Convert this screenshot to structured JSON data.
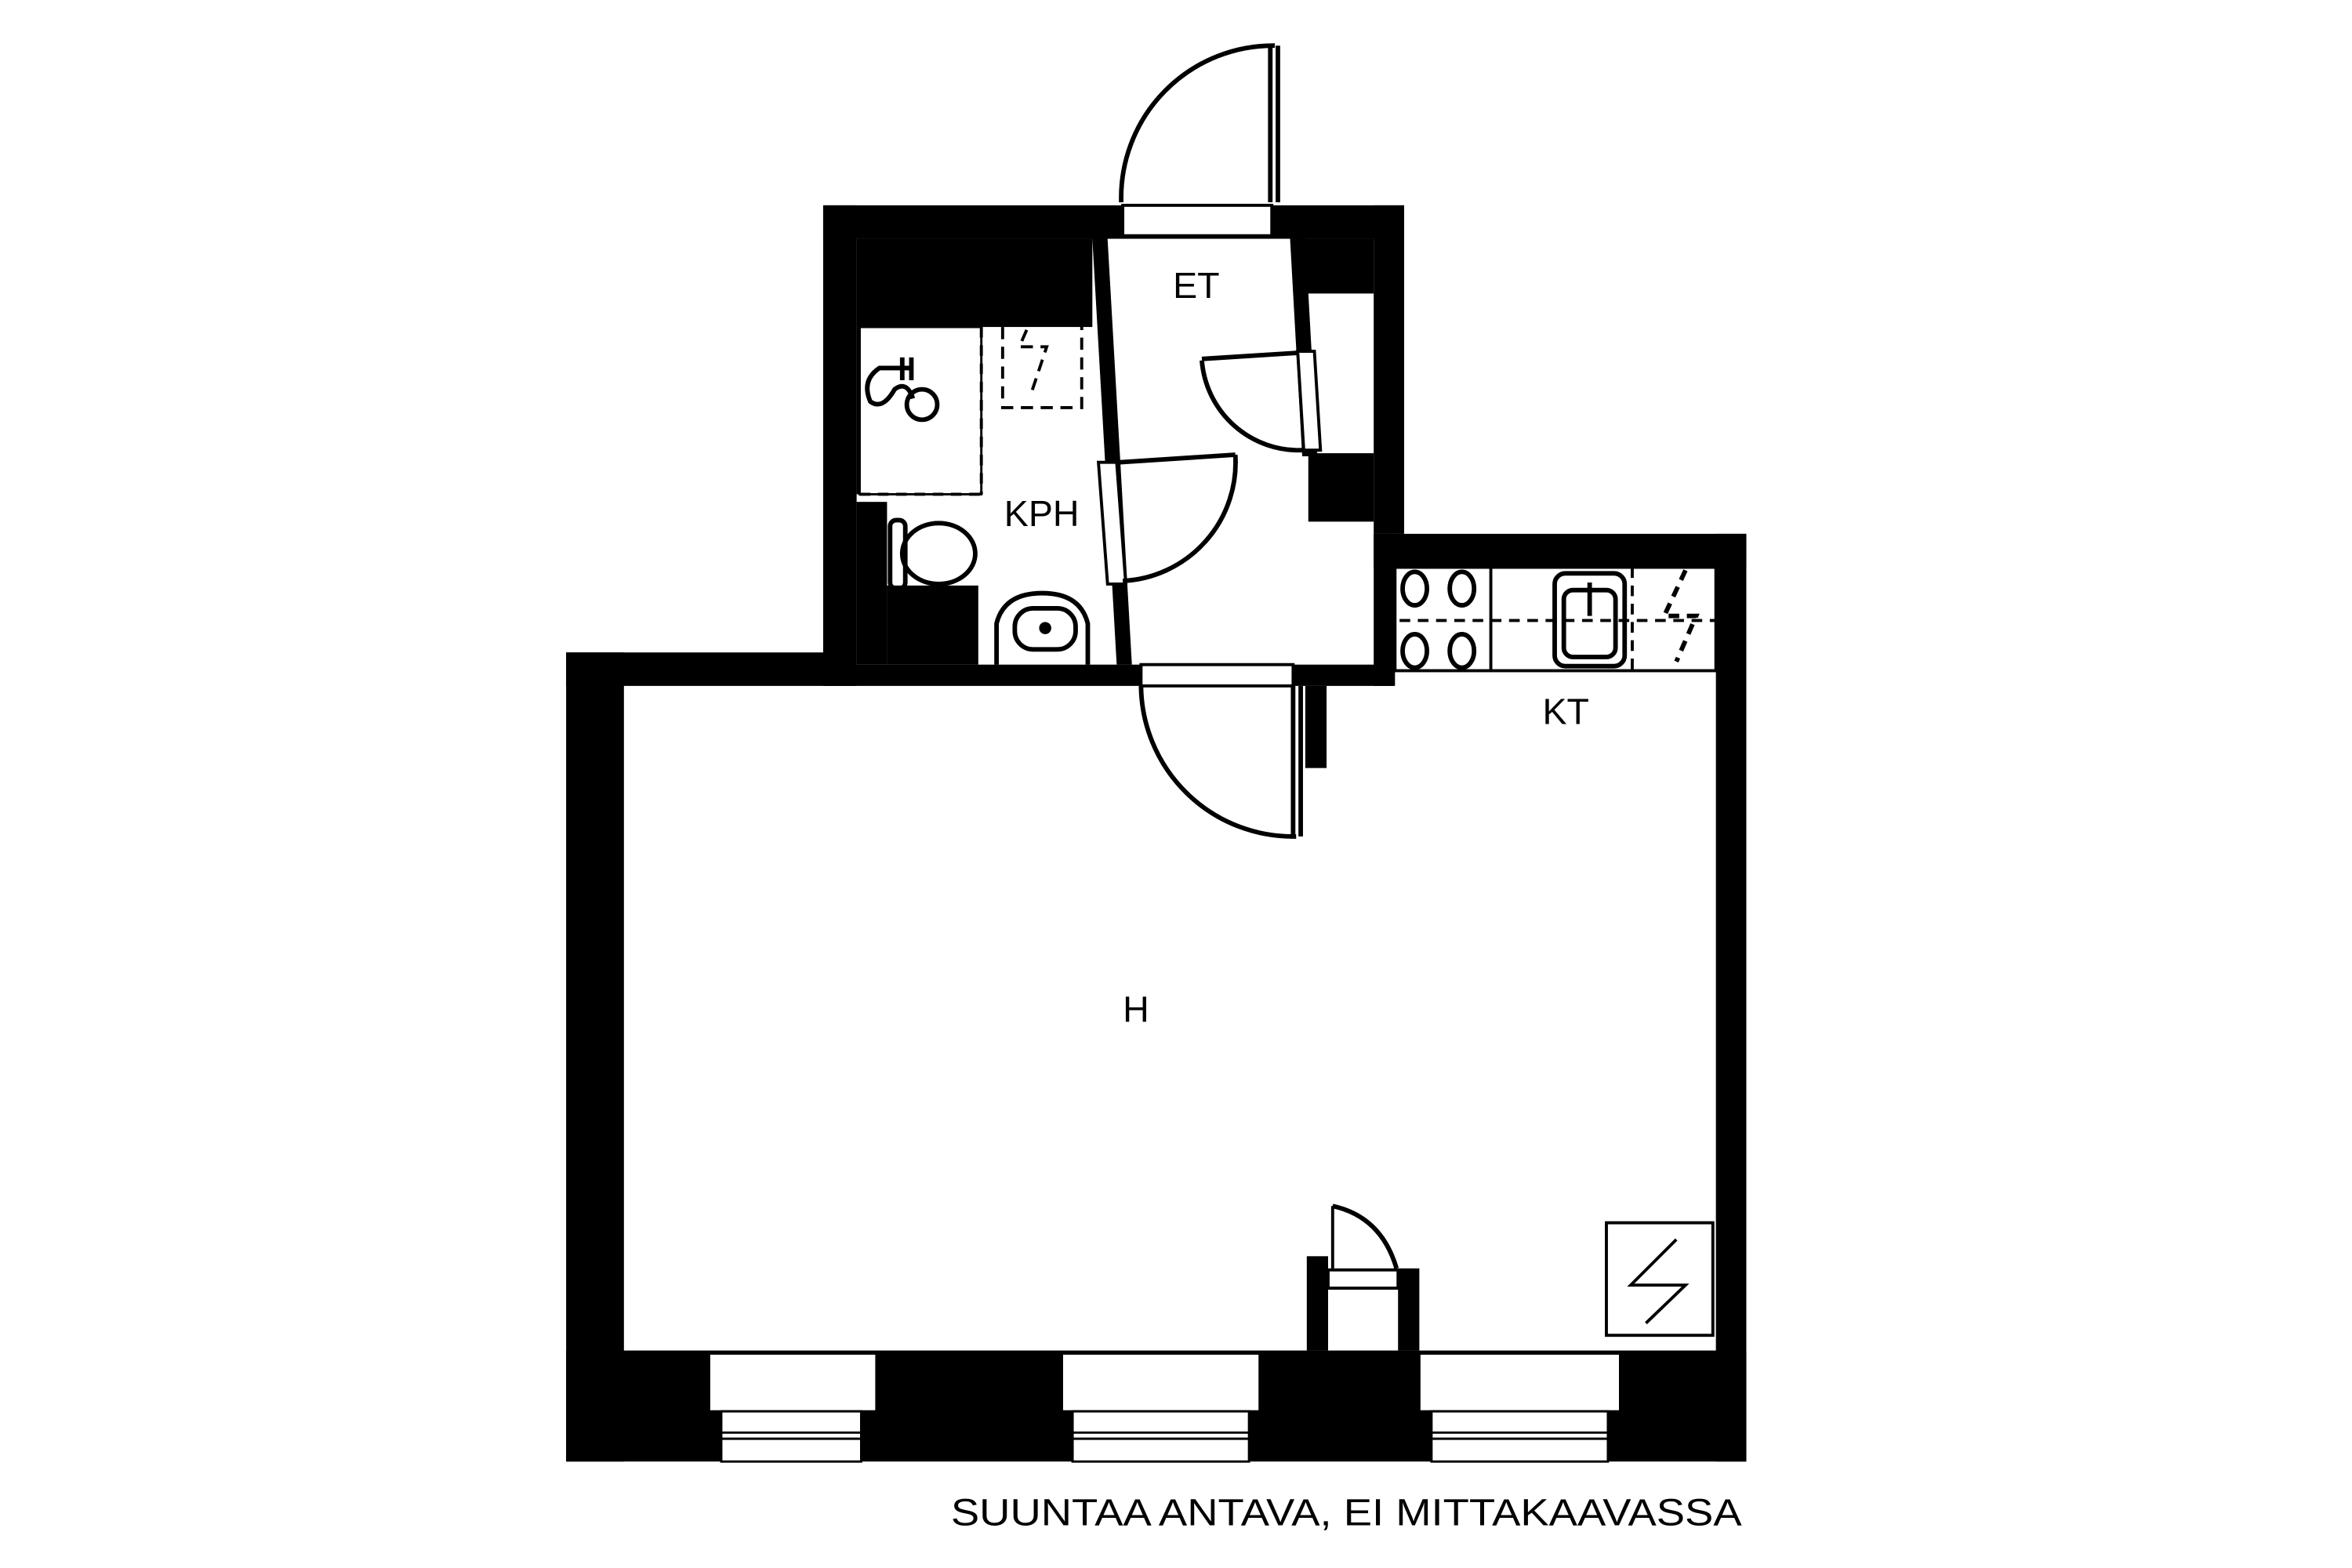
{
  "floorplan": {
    "rooms": [
      {
        "id": "et",
        "label": "ET",
        "name": "entrance hall"
      },
      {
        "id": "kph",
        "label": "KPH",
        "name": "bathroom"
      },
      {
        "id": "kt",
        "label": "KT",
        "name": "kitchenette"
      },
      {
        "id": "h",
        "label": "H",
        "name": "room"
      }
    ],
    "disclaimer": "SUUNTAA ANTAVA, EI MITTAKAAVASSA",
    "colors": {
      "wall": "#000000",
      "background": "#ffffff"
    },
    "icons": [
      "door-swing-icon",
      "shower-icon",
      "toilet-icon",
      "washbasin-icon",
      "stove-icon",
      "sink-icon",
      "appliance-icon",
      "window-icon"
    ]
  }
}
